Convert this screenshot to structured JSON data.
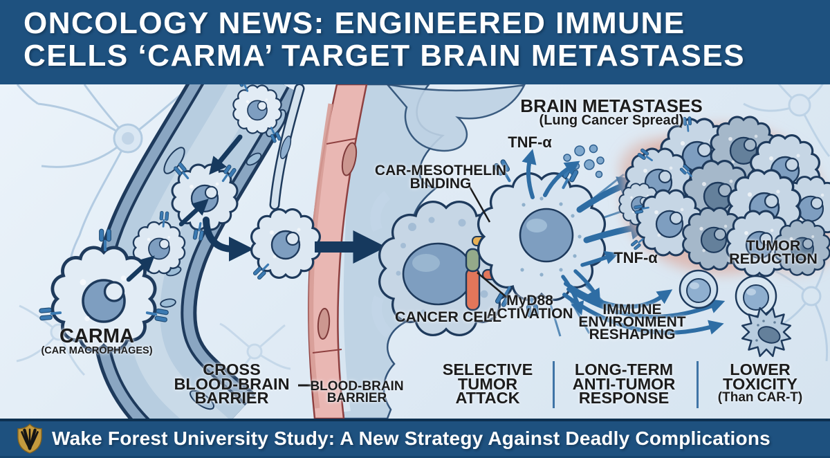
{
  "header": {
    "title_line1": "ONCOLOGY NEWS: ENGINEERED IMMUNE",
    "title_line2": "CELLS ‘CARMA’ TARGET BRAIN METASTASES"
  },
  "diagram": {
    "brain_metastases": {
      "title": "BRAIN METASTASES",
      "subtitle": "(Lung Cancer Spread)"
    },
    "tnf_alpha_top": "TNF-α",
    "tnf_alpha_mid": "TNF-α",
    "car_mesothelin": {
      "line1": "CAR-MESOTHELIN",
      "line2": "BINDING"
    },
    "myd88": {
      "line1": "MyD88",
      "line2": "ACTIVATION"
    },
    "cancer_cell": "CANCER CELL",
    "carma": {
      "title": "CARMA",
      "subtitle": "(CAR MACROPHAGES)"
    },
    "blood_brain_barrier": {
      "line1": "BLOOD-BRAIN",
      "line2": "BARRIER"
    },
    "tumor_reduction": {
      "line1": "TUMOR",
      "line2": "REDUCTION"
    },
    "immune_environment": {
      "line1": "IMMUNE",
      "line2": "ENVIRONMENT",
      "line3": "RESHAPING"
    },
    "key_points": [
      {
        "line1": "CROSS",
        "line2": "BLOOD-BRAIN",
        "line3": "BARRIER"
      },
      {
        "line1": "SELECTIVE",
        "line2": "TUMOR",
        "line3": "ATTACK"
      },
      {
        "line1": "LONG-TERM",
        "line2": "ANTI-TUMOR",
        "line3": "RESPONSE"
      },
      {
        "line1": "LOWER",
        "line2": "TOXICITY",
        "line3": "(Than CAR-T)"
      }
    ],
    "colors": {
      "header_bg": "#1e517f",
      "arrow_blue": "#2e6da4",
      "arrow_dark": "#16395e",
      "barrier_pink": "#e9b7b3",
      "receptor_blue": "#3b7ab2",
      "binding_orange": "#e2765a",
      "myd88_green": "#94aa8a",
      "gold": "#c49a3e"
    }
  },
  "footer": {
    "logo_name": "wake-forest-shield",
    "text": "Wake Forest University Study: A New Strategy Against Deadly Complications"
  }
}
